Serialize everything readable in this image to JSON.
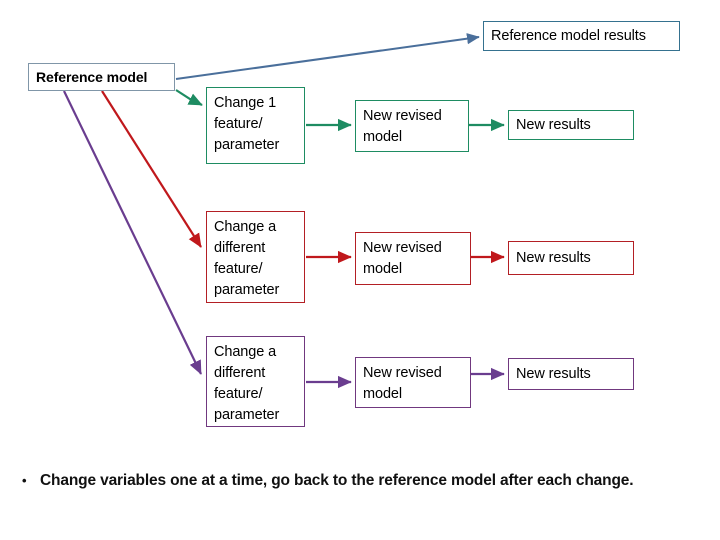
{
  "slide": {
    "background": "#ffffff",
    "boxes": {
      "reference_model": "Reference model",
      "reference_model_results": "Reference model results"
    },
    "rows": [
      {
        "id": "row-green",
        "color": "#1e8c62",
        "change_label": "Change 1\nfeature/\nparameter",
        "model_label": "New revised\nmodel",
        "results_label": "New results"
      },
      {
        "id": "row-red",
        "color": "#b31f24",
        "change_label": "Change a\ndifferent\nfeature/\nparameter",
        "model_label": "New revised\nmodel",
        "results_label": "New results"
      },
      {
        "id": "row-purple",
        "color": "#70387f",
        "change_label": "Change a\ndifferent\nfeature/\nparameter",
        "model_label": "New revised\nmodel",
        "results_label": "New results"
      }
    ],
    "bullet": {
      "marker": "•",
      "text": "Change variables one at a time, go back to the reference model after each change."
    },
    "connector_colors": {
      "reference_results_arrow": "#4a6f9b",
      "green_branch": "#1e8c62",
      "red_branch": "#c0181c",
      "purple_branch": "#6a3d8f"
    }
  }
}
